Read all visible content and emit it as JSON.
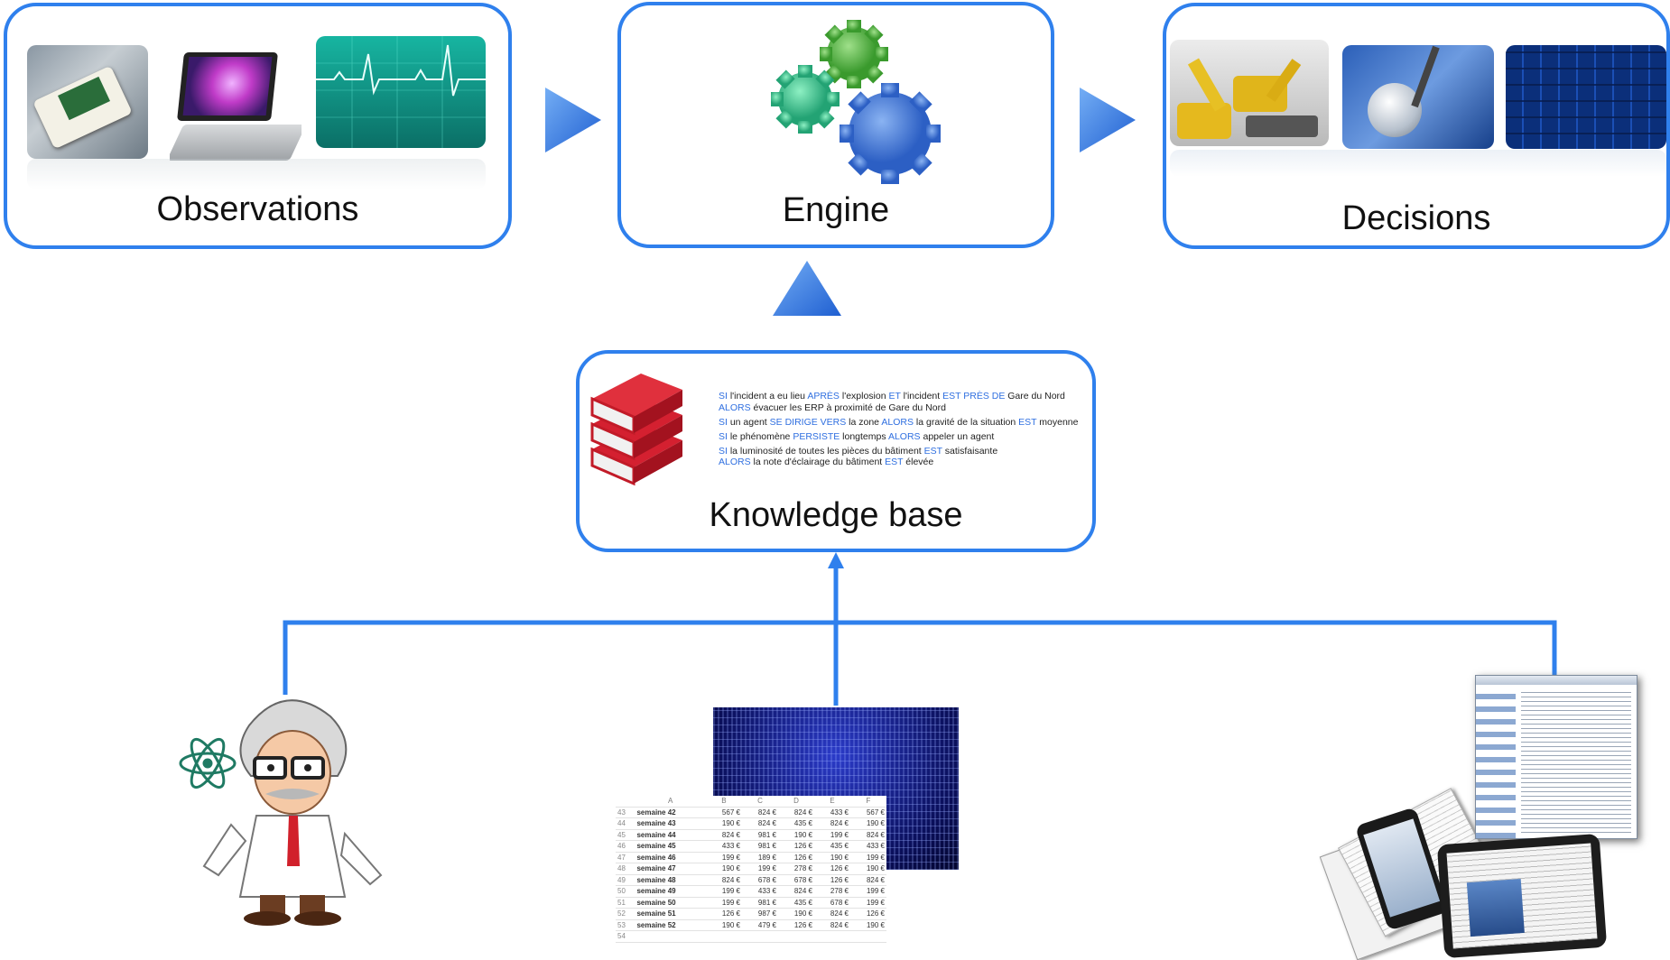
{
  "boxes": {
    "observations": "Observations",
    "engine": "Engine",
    "decisions": "Decisions",
    "knowledge_base": "Knowledge base"
  },
  "rules": [
    {
      "parts": [
        {
          "t": "SI",
          "kw": true
        },
        {
          "t": " l'incident  a eu  lieu  ",
          "kw": false
        },
        {
          "t": "APRÈS",
          "kw": true
        },
        {
          "t": " l'explosion  ",
          "kw": false
        },
        {
          "t": "ET",
          "kw": true
        },
        {
          "t": " l'incident  ",
          "kw": false
        },
        {
          "t": "EST PRÈS DE",
          "kw": true
        },
        {
          "t": " Gare du Nord",
          "kw": false
        }
      ],
      "line2": [
        {
          "t": "ALORS",
          "kw": true
        },
        {
          "t": " évacuer  les  ERP  à  proximité  de  Gare du Nord",
          "kw": false
        }
      ]
    },
    {
      "parts": [
        {
          "t": "SI",
          "kw": true
        },
        {
          "t": " un agent  ",
          "kw": false
        },
        {
          "t": "SE DIRIGE VERS",
          "kw": true
        },
        {
          "t": " la zone  ",
          "kw": false
        },
        {
          "t": "ALORS",
          "kw": true
        },
        {
          "t": " la gravité  de  la situation  ",
          "kw": false
        },
        {
          "t": "EST",
          "kw": true
        },
        {
          "t": " moyenne",
          "kw": false
        }
      ],
      "line2": []
    },
    {
      "parts": [
        {
          "t": "SI",
          "kw": true
        },
        {
          "t": " le phénomène  ",
          "kw": false
        },
        {
          "t": "PERSISTE",
          "kw": true
        },
        {
          "t": " longtemps  ",
          "kw": false
        },
        {
          "t": "ALORS",
          "kw": true
        },
        {
          "t": " appeler  un  agent",
          "kw": false
        }
      ],
      "line2": []
    },
    {
      "parts": [
        {
          "t": "SI",
          "kw": true
        },
        {
          "t": " la luminosité  de  toutes  les  pièces  du  bâtiment  ",
          "kw": false
        },
        {
          "t": "EST",
          "kw": true
        },
        {
          "t": " satisfaisante",
          "kw": false
        }
      ],
      "line2": [
        {
          "t": "ALORS",
          "kw": true
        },
        {
          "t": " la note  d'éclairage  du  bâtiment  ",
          "kw": false
        },
        {
          "t": "EST",
          "kw": true
        },
        {
          "t": " élevée",
          "kw": false
        }
      ]
    }
  ],
  "spreadsheet": {
    "columns": [
      "A",
      "B",
      "C",
      "D",
      "E",
      "F"
    ],
    "rows": [
      [
        "43",
        "semaine 42",
        "567 €",
        "824 €",
        "824 €",
        "433 €",
        "567 €"
      ],
      [
        "44",
        "semaine 43",
        "190 €",
        "824 €",
        "435 €",
        "824 €",
        "190 €"
      ],
      [
        "45",
        "semaine 44",
        "824 €",
        "981 €",
        "190 €",
        "199 €",
        "824 €"
      ],
      [
        "46",
        "semaine 45",
        "433 €",
        "981 €",
        "126 €",
        "435 €",
        "433 €"
      ],
      [
        "47",
        "semaine 46",
        "199 €",
        "189 €",
        "126 €",
        "190 €",
        "199 €"
      ],
      [
        "48",
        "semaine 47",
        "190 €",
        "199 €",
        "278 €",
        "126 €",
        "190 €"
      ],
      [
        "49",
        "semaine 48",
        "824 €",
        "678 €",
        "678 €",
        "126 €",
        "824 €"
      ],
      [
        "50",
        "semaine 49",
        "199 €",
        "433 €",
        "824 €",
        "278 €",
        "199 €"
      ],
      [
        "51",
        "semaine 50",
        "199 €",
        "981 €",
        "435 €",
        "678 €",
        "199 €"
      ],
      [
        "52",
        "semaine 51",
        "126 €",
        "987 €",
        "190 €",
        "824 €",
        "126 €"
      ],
      [
        "53",
        "semaine 52",
        "190 €",
        "479 €",
        "126 €",
        "824 €",
        "190 €"
      ],
      [
        "54",
        "",
        "",
        "",
        "",
        "",
        ""
      ]
    ]
  },
  "colors": {
    "accent": "#2f80ed",
    "keyword": "#2f6fe0"
  }
}
